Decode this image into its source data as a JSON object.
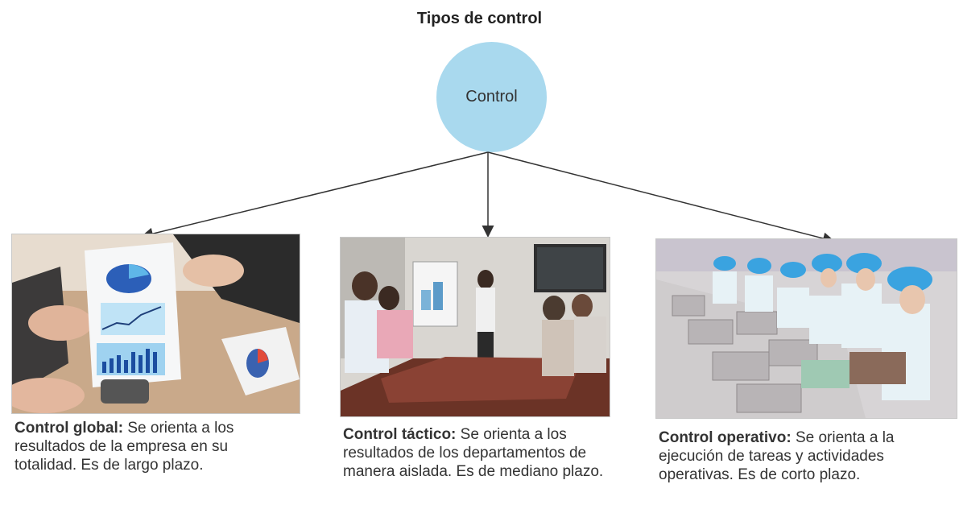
{
  "diagram": {
    "title": "Tipos de control",
    "root_label": "Control",
    "colors": {
      "root_fill": "#a9d9ee",
      "arrow": "#333333"
    },
    "branches": [
      {
        "photo": "business-charts-photo",
        "term": "Control global:",
        "description": "Se orienta a los resultados de la empresa en su totalidad. Es de largo plazo."
      },
      {
        "photo": "meeting-room-photo",
        "term": "Control táctico:",
        "description": "Se orienta a los resultados de los departamentos de manera aislada. Es de mediano plazo."
      },
      {
        "photo": "factory-workers-photo",
        "term": "Control operativo:",
        "description": "Se orienta a la ejecución de tareas y actividades operativas. Es de corto plazo."
      }
    ]
  }
}
